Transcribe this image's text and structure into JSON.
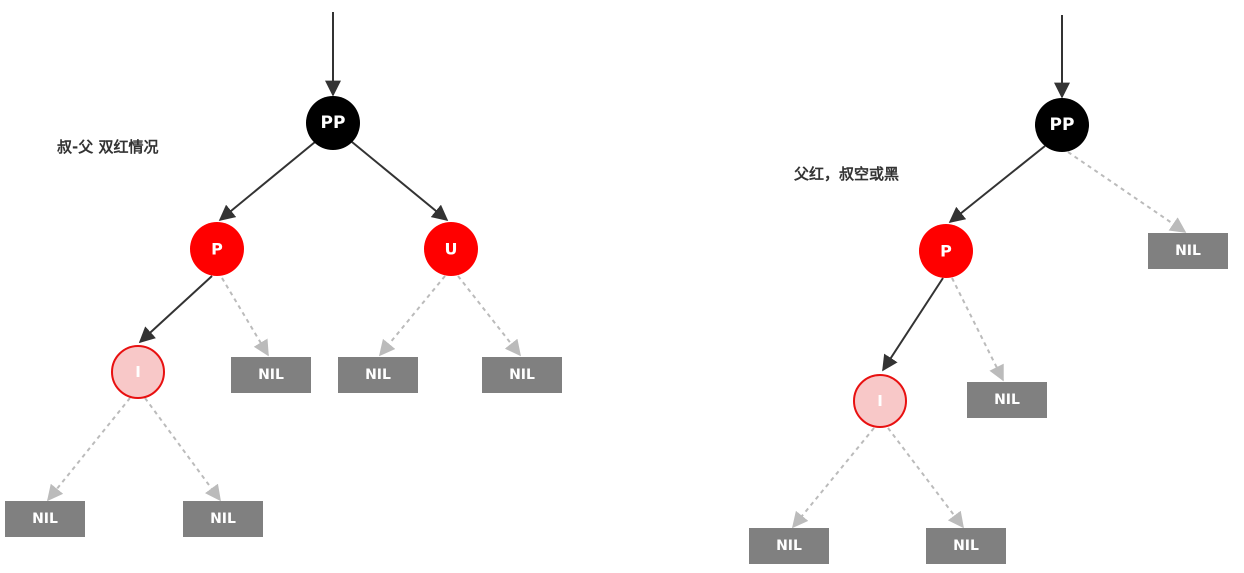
{
  "left_tree": {
    "caption": "叔-父 双红情况",
    "nodes": [
      {
        "label": "PP",
        "color": "black"
      },
      {
        "label": "P",
        "color": "red"
      },
      {
        "label": "U",
        "color": "red"
      },
      {
        "label": "I",
        "color": "pink"
      }
    ],
    "nil_label": "NIL"
  },
  "right_tree": {
    "caption": "父红，叔空或黑",
    "nodes": [
      {
        "label": "PP",
        "color": "black"
      },
      {
        "label": "P",
        "color": "red"
      },
      {
        "label": "I",
        "color": "pink"
      }
    ],
    "nil_label": "NIL"
  },
  "colors": {
    "black_node": "#000000",
    "red_node": "#ff0000",
    "pink_node_fill": "#f8c8c8",
    "pink_node_stroke": "#e81010",
    "nil_box": "#808080",
    "solid_edge": "#333333",
    "dashed_edge": "#bbbbbb"
  }
}
